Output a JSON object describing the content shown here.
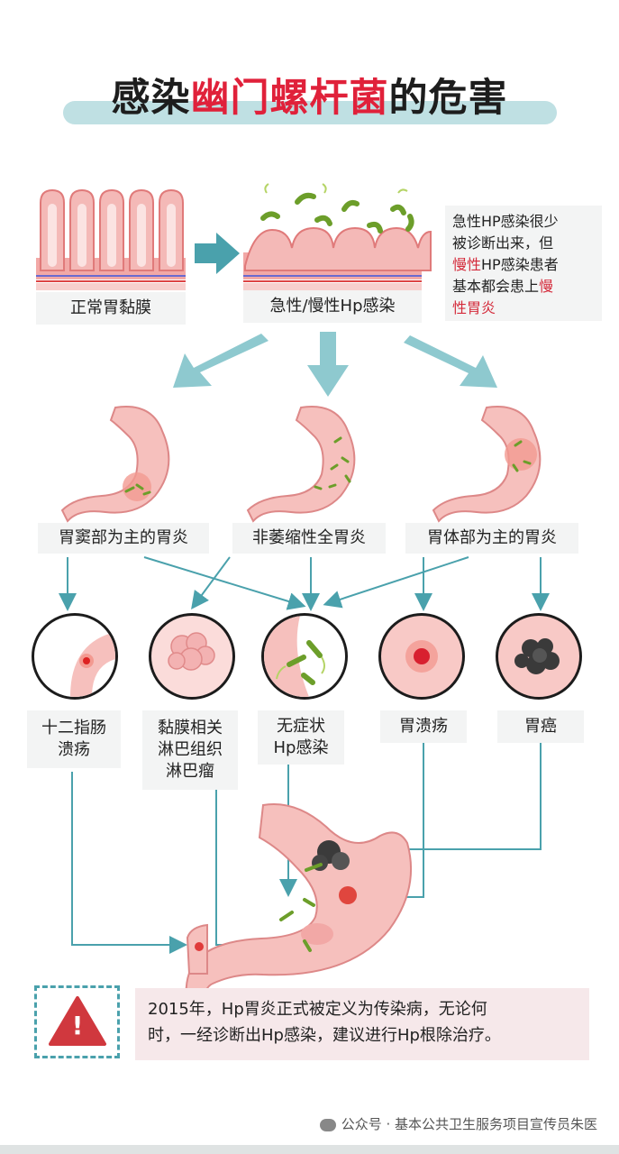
{
  "title": {
    "part1": "感染",
    "part2": "幽门螺杆菌",
    "part3": "的危害"
  },
  "top": {
    "normal_label": "正常胃黏膜",
    "infection_label": "急性/慢性Hp感染",
    "note": {
      "line1": "急性HP感染很少",
      "line2": "被诊断出来，但",
      "line3_red": "慢性",
      "line3_rest": "HP感染患者",
      "line4": "基本都会患上",
      "line4_red": "慢",
      "line5_red": "性胃炎"
    }
  },
  "gastritis": {
    "antrum": "胃窦部为主的胃炎",
    "pan": "非萎缩性全胃炎",
    "body": "胃体部为主的胃炎"
  },
  "outcomes": {
    "duodenal_line1": "十二指肠",
    "duodenal_line2": "溃疡",
    "malt_line1": "黏膜相关",
    "malt_line2": "淋巴组织",
    "malt_line3": "淋巴瘤",
    "asym_line1": "无症状",
    "asym_line2": "Hp感染",
    "gastric_ulcer": "胃溃疡",
    "gastric_cancer": "胃癌"
  },
  "warning": {
    "symbol": "!",
    "line1": "2015年，Hp胃炎正式被定义为传染病，无论何",
    "line2": "时，一经诊断出Hp感染，建议进行Hp根除治疗。"
  },
  "footer": {
    "text": "公众号 · 基本公共卫生服务项目宣传员朱医"
  },
  "colors": {
    "accent_teal": "#4aa1ac",
    "accent_red": "#e0213a",
    "stomach_pink": "#f5b6b4"
  }
}
